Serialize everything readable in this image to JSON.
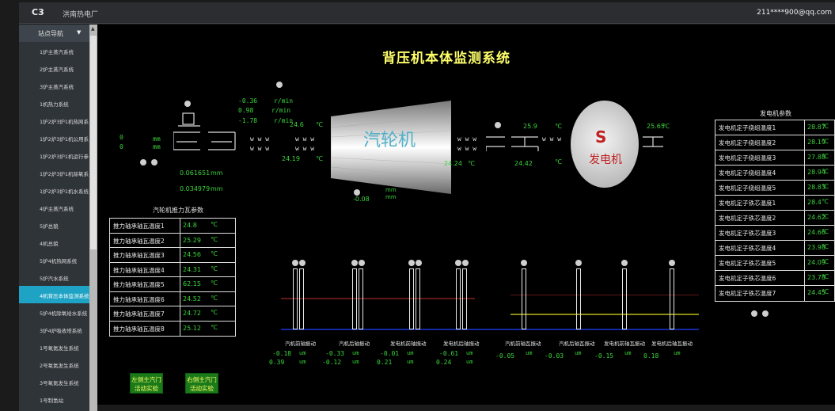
{
  "topbar": {
    "logo": "C3",
    "app_name": "洪南热电厂",
    "user": "211****900@qq.com"
  },
  "sidebar": {
    "header": "站点导航",
    "items": [
      "1炉主蒸汽系统",
      "2炉主蒸汽系统",
      "3炉主蒸汽系统",
      "1机热力系统",
      "1炉2炉3炉1机热网系",
      "1炉2炉3炉1机公用系",
      "1炉2炉3炉1机运行参",
      "1炉2炉3炉1机除氧系",
      "1炉2炉3炉1机水系统",
      "4炉主蒸汽系统",
      "5炉总貌",
      "4机总貌",
      "5炉4机热网系统",
      "5炉汽水系统",
      "4机背压本体监测系统",
      "5炉4机除氧给水系统",
      "3炉4炉吸收塔系统",
      "1号氧氮发生系统",
      "2号氧氮发生系统",
      "3号氧氮发生系统",
      "1号制氢站"
    ],
    "active_index": 14
  },
  "main": {
    "title": "背压机本体监测系统",
    "left_zero": [
      "0",
      "0"
    ],
    "left_units": [
      "mm",
      "mm"
    ],
    "speed": {
      "values": [
        "-0.36",
        "0.98",
        "-1.78"
      ],
      "units": [
        "r/min",
        "r/min",
        "r/min"
      ]
    },
    "left_temp": {
      "value": "24.6",
      "unit": "℃"
    },
    "left_temp2": {
      "value": "24.19",
      "unit": "℃"
    },
    "shift": {
      "values": [
        "0.061651",
        "0.034979"
      ],
      "units": [
        "mm",
        "mm"
      ]
    },
    "mid_temp": {
      "value": "24.24",
      "unit": "℃"
    },
    "axial": {
      "value": "-0.08",
      "units": [
        "mm",
        "mm"
      ]
    },
    "turbine_label": "汽轮机",
    "right_temp1": {
      "value": "25.9",
      "unit": "℃"
    },
    "right_temp2": {
      "value": "24.42",
      "unit": "℃"
    },
    "gen_temp": {
      "value": "25.65",
      "unit": "℃"
    },
    "generator_label": "发电机",
    "spring": "w w w",
    "thrust_table": {
      "title": "汽轮机推力瓦参数",
      "rows": [
        {
          "label": "推力轴承轴瓦温度1",
          "value": "24.8",
          "unit": "℃"
        },
        {
          "label": "推力轴承轴瓦温度2",
          "value": "25.29",
          "unit": "℃"
        },
        {
          "label": "推力轴承轴瓦温度3",
          "value": "24.56",
          "unit": "℃"
        },
        {
          "label": "推力轴承轴瓦温度4",
          "value": "24.31",
          "unit": "℃"
        },
        {
          "label": "推力轴承轴瓦温度5",
          "value": "62.15",
          "unit": "℃"
        },
        {
          "label": "推力轴承轴瓦温度6",
          "value": "24.52",
          "unit": "℃"
        },
        {
          "label": "推力轴承轴瓦温度7",
          "value": "24.72",
          "unit": "℃"
        },
        {
          "label": "推力轴承轴瓦温度8",
          "value": "25.12",
          "unit": "℃"
        }
      ]
    },
    "gen_table": {
      "title": "发电机参数",
      "rows": [
        {
          "label": "发电机定子绕组温度1",
          "value": "28.87",
          "unit": "℃"
        },
        {
          "label": "发电机定子绕组温度2",
          "value": "28.19",
          "unit": "℃"
        },
        {
          "label": "发电机定子绕组温度3",
          "value": "27.88",
          "unit": "℃"
        },
        {
          "label": "发电机定子绕组温度4",
          "value": "28.94",
          "unit": "℃"
        },
        {
          "label": "发电机定子绕组温度5",
          "value": "28.83",
          "unit": "℃"
        },
        {
          "label": "发电机定子铁芯温度1",
          "value": "28.4",
          "unit": "℃"
        },
        {
          "label": "发电机定子铁芯温度2",
          "value": "24.62",
          "unit": "℃"
        },
        {
          "label": "发电机定子铁芯温度3",
          "value": "24.66",
          "unit": "℃"
        },
        {
          "label": "发电机定子铁芯温度4",
          "value": "23.98",
          "unit": "℃"
        },
        {
          "label": "发电机定子铁芯温度5",
          "value": "24.09",
          "unit": "℃"
        },
        {
          "label": "发电机定子铁芯温度6",
          "value": "23.78",
          "unit": "℃"
        },
        {
          "label": "发电机定子铁芯温度7",
          "value": "24.45",
          "unit": "℃"
        }
      ]
    },
    "vib": {
      "labels": [
        "汽机前轴振动",
        "汽机后轴振动",
        "发电机前轴振动",
        "发电机后轴振动",
        "汽机前轴瓦振动",
        "汽机后轴瓦振动",
        "发电机前轴瓦振动",
        "发电机后轴瓦振动"
      ],
      "left_pairs": [
        {
          "v1": "-0.18",
          "v2": "0.39",
          "u": "um"
        },
        {
          "v1": "-0.33",
          "v2": "-0.12",
          "u": "um"
        },
        {
          "v1": "-0.01",
          "v2": "0.21",
          "u": "um"
        },
        {
          "v1": "-0.61",
          "v2": "0.24",
          "u": "um"
        }
      ],
      "right_values": [
        {
          "v": "-0.05",
          "u": "um"
        },
        {
          "v": "-0.03",
          "u": "um"
        },
        {
          "v": "-0.15",
          "u": "um"
        },
        {
          "v": "0.18",
          "u": "um"
        }
      ]
    },
    "buttons": {
      "left": "左侧主汽门活动实验",
      "right": "右侧主汽门活动实验"
    }
  }
}
